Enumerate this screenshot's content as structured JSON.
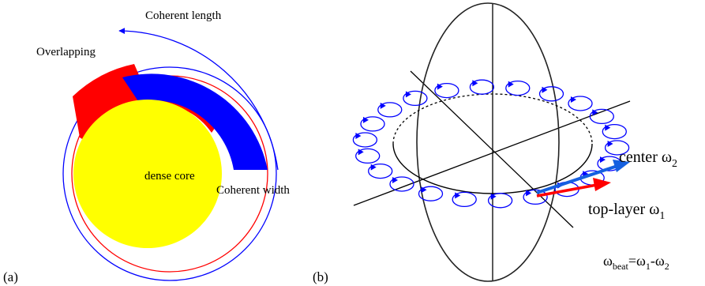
{
  "panel_a": {
    "label": "(a)",
    "coherent_length": "Coherent length",
    "overlapping": "Overlapping",
    "dense_core": "dense core",
    "coherent_width": "Coherent width",
    "colors": {
      "core": "#ffff00",
      "red": "#ff0000",
      "blue": "#0000ff"
    }
  },
  "panel_b": {
    "label": "(b)",
    "center_label": "center ω",
    "center_sub": "2",
    "top_layer_label": "top-layer ω",
    "top_layer_sub": "1",
    "beat": {
      "omega": "ω",
      "beat_sub": "beat",
      "eq": "=ω",
      "sub1": "1",
      "minus": "-ω",
      "sub2": "2"
    },
    "vortex_count": 22,
    "colors": {
      "vortex": "#0000ff",
      "center_arrow": "#1560e0",
      "top_arrow": "#ff0000"
    }
  }
}
